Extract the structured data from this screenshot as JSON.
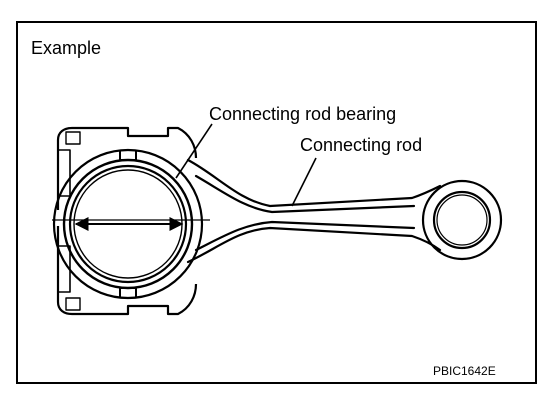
{
  "figure": {
    "heading": "Example",
    "figure_code": "PBIC1642E"
  },
  "callouts": {
    "bearing": "Connecting rod bearing",
    "rod": "Connecting rod"
  },
  "colors": {
    "ink": "#000000",
    "paper": "#ffffff"
  }
}
